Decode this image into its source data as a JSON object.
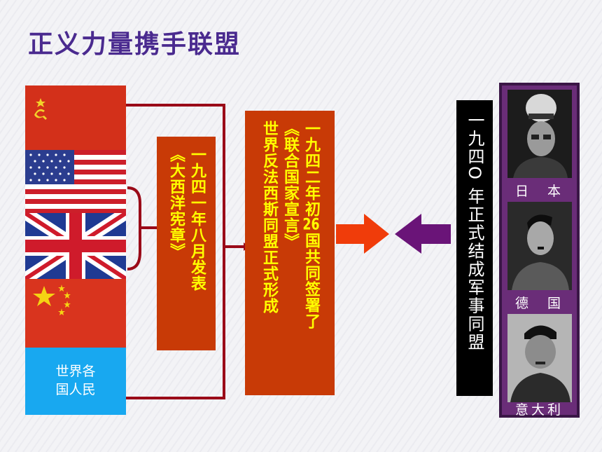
{
  "title": "正义力量携手联盟",
  "allies": {
    "flags": [
      {
        "name": "soviet-union-flag"
      },
      {
        "name": "usa-flag"
      },
      {
        "name": "uk-flag"
      },
      {
        "name": "china-flag"
      }
    ],
    "people_label_line1": "世界各",
    "people_label_line2": "国人民"
  },
  "atlantic_box": {
    "col1": "一九四一年八月发表",
    "col2": "《大西洋宪章》"
  },
  "un_box": {
    "col1": "一九四二年初",
    "col1_num": "26",
    "col1_tail": "国共同签署了",
    "col2": "《联合国家宣言》",
    "col3": "世界反法西斯同盟正式形成"
  },
  "axis_box": {
    "col1_a": "一九四",
    "col1_b": "O",
    "col1_c": " 年正式结成军事同盟"
  },
  "axis_leaders": [
    {
      "label": "日　本"
    },
    {
      "label": "德　国"
    },
    {
      "label": "意大利"
    }
  ],
  "colors": {
    "title": "#4a2a8f",
    "box_fill": "#c83a06",
    "box_text": "#ffff00",
    "connector": "#9a0a18",
    "allies_arrow": "#f03c0a",
    "axis_arrow": "#6a1478",
    "axis_panel": "#6a2d78",
    "people_fill": "#18a8f0"
  }
}
